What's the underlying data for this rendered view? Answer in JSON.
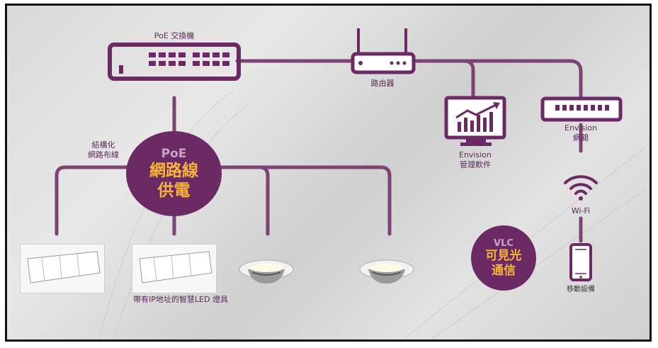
{
  "labels": {
    "poe_switch": "PoE 交換機",
    "router": "路由器",
    "envision_software_line1": "Envision",
    "envision_software_line2": "管理軟件",
    "envision_gateway_line1": "Envision",
    "envision_gateway_line2": "網關",
    "structured_cabling_line1": "結構化",
    "structured_cabling_line2": "網路布線",
    "wifi": "Wi-Fi",
    "mobile_device": "移動設備",
    "smart_led": "帶有IP地址的智慧LED 燈具"
  },
  "poe_circle": {
    "title": "PoE",
    "line1": "網路線",
    "line2": "供電"
  },
  "vlc_circle": {
    "title": "VLC",
    "line1": "可見光",
    "line2": "通信"
  },
  "colors": {
    "brand_purple": "#6b2a63",
    "accent_orange": "#f5b43a",
    "light_purple": "#c9a4c4"
  }
}
